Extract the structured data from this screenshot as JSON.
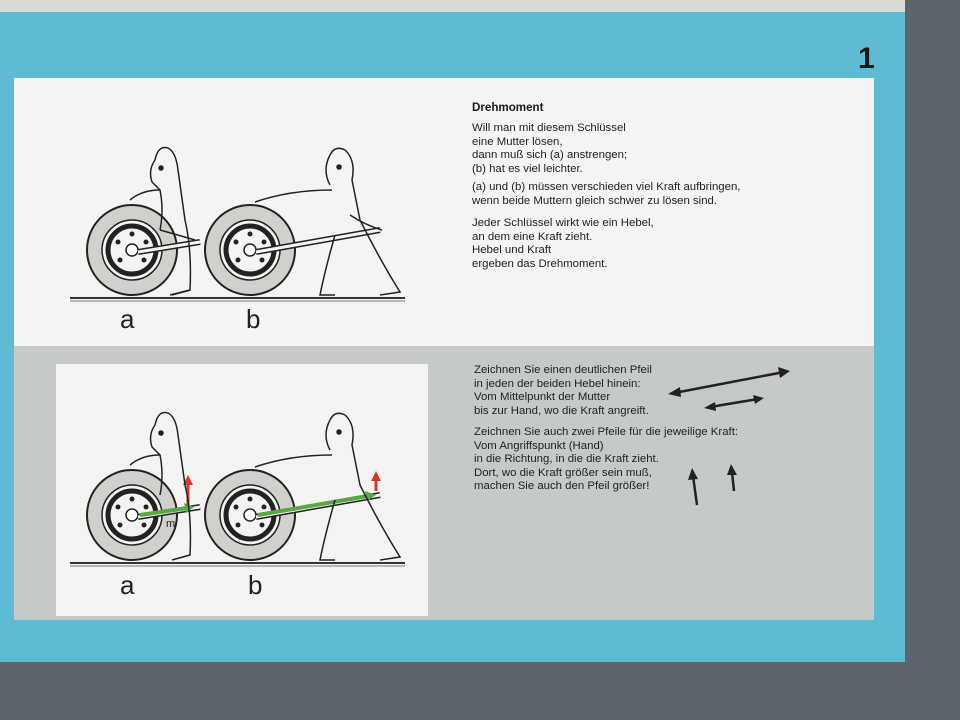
{
  "page": {
    "number": "1"
  },
  "top_section": {
    "heading": "Drehmoment",
    "paragraph_1": "Will man mit diesem Schlüssel\neine Mutter lösen,\ndann muß sich (a) anstrengen;\n(b) hat es viel leichter.",
    "paragraph_2": "(a) und (b) müssen verschieden viel Kraft aufbringen,\nwenn beide Muttern gleich schwer zu lösen sind.",
    "paragraph_3": "Jeder Schlüssel wirkt wie ein Hebel,\nan dem eine Kraft zieht.\nHebel und Kraft\nergeben das Drehmoment.",
    "label_a": "a",
    "label_b": "b"
  },
  "bottom_section": {
    "paragraph_1": "Zeichnen Sie einen deutlichen Pfeil\nin jeden der beiden Hebel hinein:\nVom Mittelpunkt der Mutter\nbis zur Hand, wo die Kraft angreift.",
    "paragraph_2": "Zeichnen Sie auch zwei Pfeile für die jeweilige Kraft:\nVom Angriffspunkt (Hand)\nin die Richtung, in die die Kraft zieht.\nDort, wo die Kraft größer sein muß,\nmachen Sie auch den Pfeil größer!",
    "label_a": "a",
    "label_b": "b",
    "marker_m": "m"
  },
  "colors": {
    "page_blue": "#5fbad4",
    "panel_white": "#f4f4f2",
    "panel_grey": "#c6c9c9",
    "lever_arrow_green": "#5aa845",
    "force_arrow_red": "#d13b2a"
  }
}
